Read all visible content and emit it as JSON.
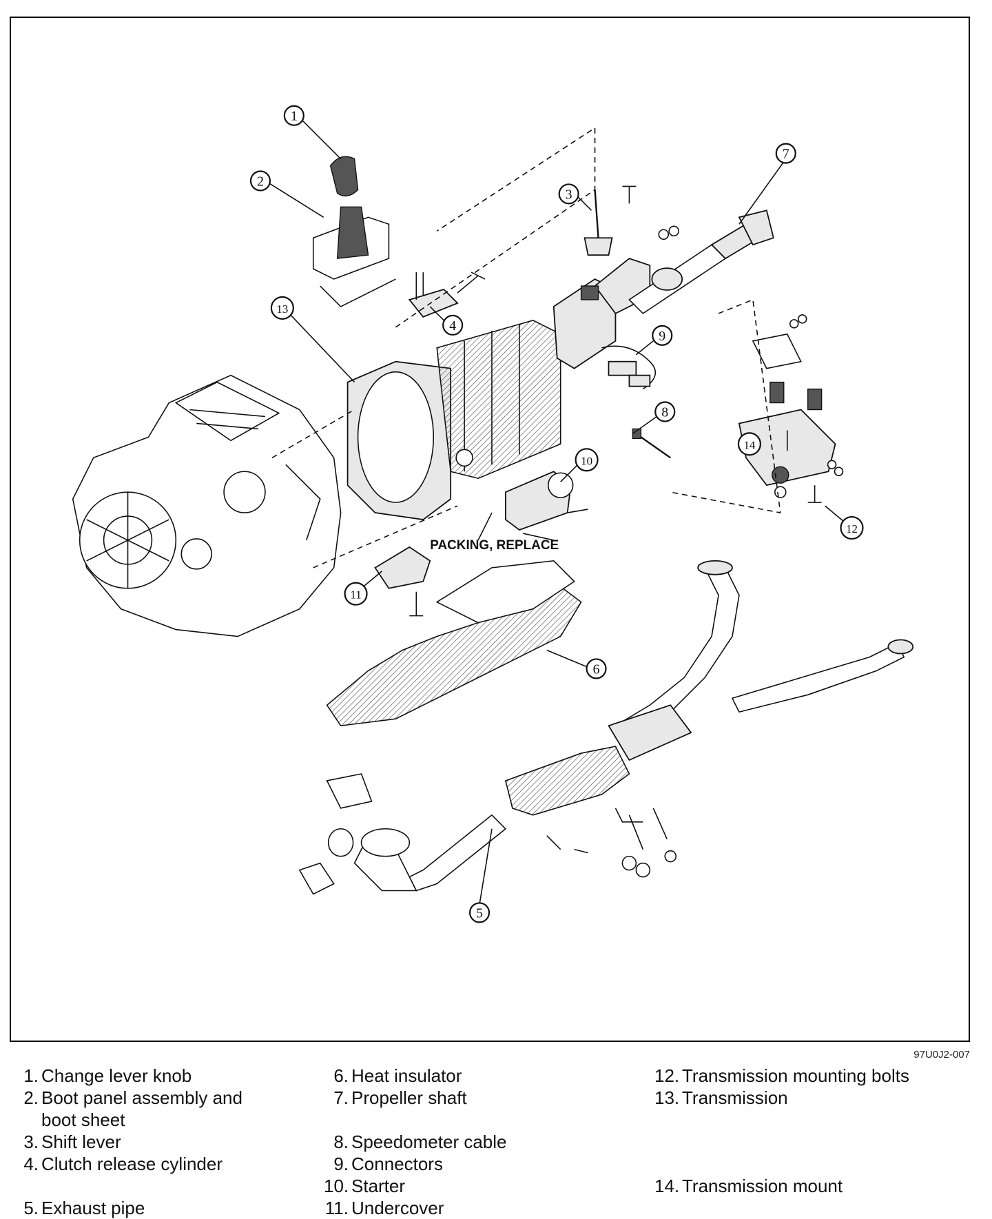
{
  "figure": {
    "id": "97U0J2-007",
    "note": "PACKING, REPLACE",
    "callouts": [
      "1",
      "2",
      "3",
      "4",
      "5",
      "6",
      "7",
      "8",
      "9",
      "10",
      "11",
      "12",
      "13",
      "14"
    ]
  },
  "legend": [
    {
      "num": "1.",
      "text": "Change lever knob"
    },
    {
      "num": "2.",
      "text": "Boot panel assembly and boot sheet"
    },
    {
      "num": "3.",
      "text": "Shift lever"
    },
    {
      "num": "4.",
      "text": "Clutch release cylinder"
    },
    {
      "num": "5.",
      "text": "Exhaust pipe"
    },
    {
      "num": "6.",
      "text": "Heat insulator"
    },
    {
      "num": "7.",
      "text": "Propeller shaft"
    },
    {
      "num": "8.",
      "text": "Speedometer cable"
    },
    {
      "num": "9.",
      "text": "Connectors"
    },
    {
      "num": "10.",
      "text": "Starter"
    },
    {
      "num": "11.",
      "text": "Undercover"
    },
    {
      "num": "12.",
      "text": "Transmission mounting bolts"
    },
    {
      "num": "13.",
      "text": "Transmission"
    },
    {
      "num": "14.",
      "text": "Transmission mount"
    }
  ]
}
